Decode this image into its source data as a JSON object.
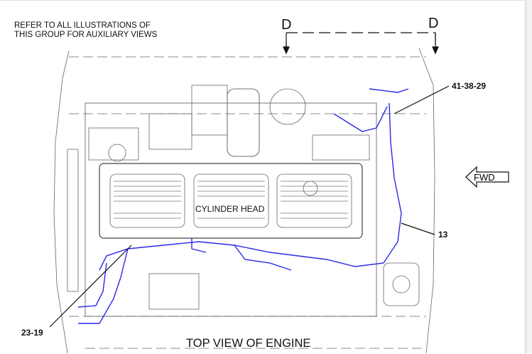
{
  "note": {
    "line1": "REFER TO ALL ILLUSTRATIONS OF",
    "line2": "THIS GROUP FOR AUXILIARY VIEWS"
  },
  "section_marker": {
    "left": "D",
    "right": "D"
  },
  "callouts": {
    "top_right": "41-38-29",
    "harness": "13",
    "bottom_left": "23-19"
  },
  "labels": {
    "cylinder_head": "CYLINDER HEAD",
    "fwd": "FWD",
    "title": "TOP VIEW OF ENGINE"
  },
  "colors": {
    "line": "#444444",
    "harness": "#2a2ae8"
  }
}
